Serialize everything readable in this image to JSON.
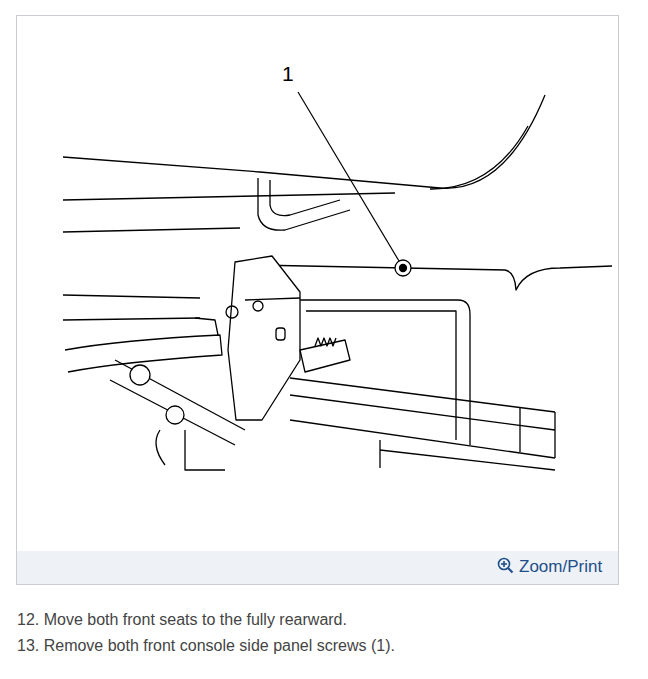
{
  "diagram": {
    "labels": [
      "1",
      "Zoom/Print",
      "12. Move both front seats to the fully rearward.",
      "13. Remove both front console side panel screws (1)."
    ]
  }
}
